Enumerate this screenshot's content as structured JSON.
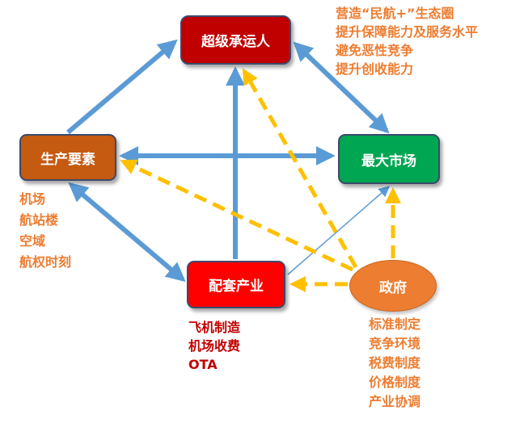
{
  "diagram": {
    "nodes": {
      "airline": "超级承运人",
      "factors": "生产要素",
      "market": "最大市场",
      "support": "配套产业",
      "government": "政府"
    },
    "notes": {
      "airline": [
        "营造“民航+”生态圈",
        "提升保障能力及服务水平",
        "避免恶性竞争",
        "提升创收能力"
      ],
      "factors": [
        "机场",
        "航站楼",
        "空域",
        "航权时刻"
      ],
      "support": [
        "飞机制造",
        "机场收费",
        "OTA"
      ],
      "government": [
        "标准制定",
        "竞争环境",
        "税费制度",
        "价格制度",
        "产业协调"
      ]
    },
    "colors": {
      "airline": "#c00000",
      "factors": "#c55a11",
      "market": "#00a651",
      "support": "#ff0000",
      "government": "#ed7d31",
      "solid_arrow": "#5b9bd5",
      "dashed_arrow": "#ffc000",
      "note_orange": "#ed7d31",
      "note_red": "#c00000"
    }
  }
}
